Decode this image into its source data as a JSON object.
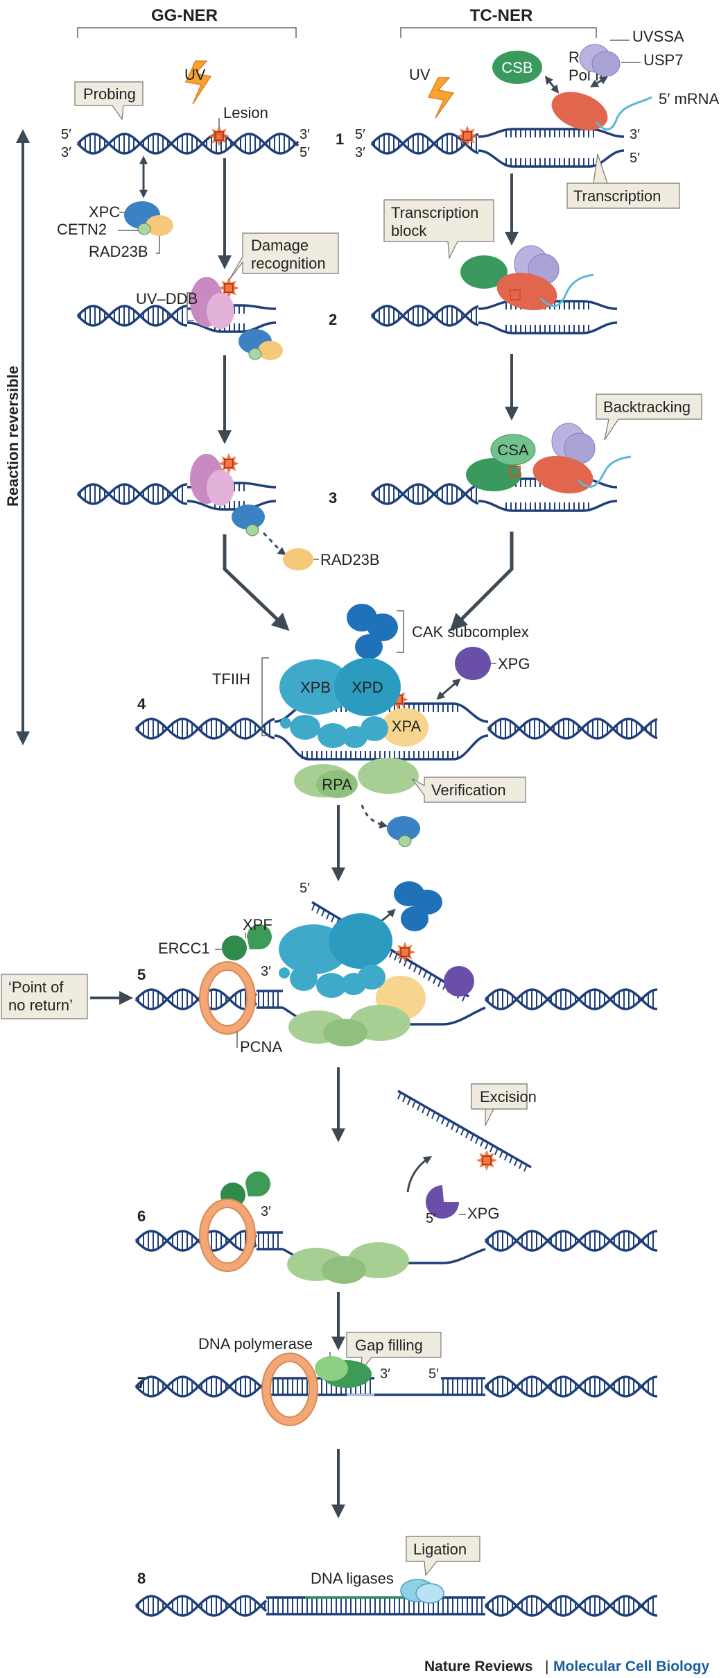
{
  "headers": {
    "gg_ner": "GG-NER",
    "tc_ner": "TC-NER"
  },
  "side_label": "Reaction reversible",
  "steps": [
    "1",
    "2",
    "3",
    "4",
    "5",
    "6",
    "7",
    "8"
  ],
  "primes": {
    "five": "5′",
    "three": "3′",
    "five_mrna": "5′ mRNA"
  },
  "labels": {
    "uv": "UV",
    "lesion": "Lesion",
    "xpc": "XPC",
    "cetn2": "CETN2",
    "rad23b": "RAD23B",
    "uv_ddb": "UV–DDB",
    "csb": "CSB",
    "rna_pol_ii_line1": "RNA",
    "rna_pol_ii_line2": "Pol II",
    "uvssa": "UVSSA",
    "usp7": "USP7",
    "csa": "CSA",
    "cak_subcomplex": "CAK subcomplex",
    "tfiih": "TFIIH",
    "xpb": "XPB",
    "xpd": "XPD",
    "xpa": "XPA",
    "xpg": "XPG",
    "rpa": "RPA",
    "xpf": "XPF",
    "ercc1": "ERCC1",
    "pcna": "PCNA",
    "dna_polymerase": "DNA polymerase",
    "dna_ligases": "DNA ligases",
    "point_of_no_return_line1": "‘Point of",
    "point_of_no_return_line2": "no return’"
  },
  "callouts": {
    "probing": "Probing",
    "transcription": "Transcription",
    "transcription_block_line1": "Transcription",
    "transcription_block_line2": "block",
    "damage_recognition_line1": "Damage",
    "damage_recognition_line2": "recognition",
    "backtracking": "Backtracking",
    "verification": "Verification",
    "excision": "Excision",
    "gap_filling": "Gap filling",
    "ligation": "Ligation"
  },
  "footer": {
    "journal": "Nature Reviews",
    "separator": "|",
    "section": "Molecular Cell Biology"
  },
  "colors": {
    "dna": "#1f3f7a",
    "xpc_blue": "#3b82c4",
    "rad23b_yellow": "#f6c97a",
    "cetn2_green": "#a8d5a2",
    "uvddb_pink": "#c88ac0",
    "csb_green": "#3a9a5e",
    "pol_red": "#e2654e",
    "uvssa_purple": "#a9a3d6",
    "tfiih_teal": "#3fa9c9",
    "cak_blue": "#1f72b8",
    "xpg_purple": "#6a4fa8",
    "xpa_yellow": "#f8d58e",
    "rpa_green": "#a7cf94",
    "pcna_orange": "#f2a774",
    "xpf_green": "#3d9a57",
    "ligase_blue": "#8fcfe8",
    "mrna_cyan": "#5bb8d8",
    "lesion_orange": "#ec6b2d",
    "callout_bg": "#efecdf",
    "footer_blue": "#1b5e9e"
  }
}
